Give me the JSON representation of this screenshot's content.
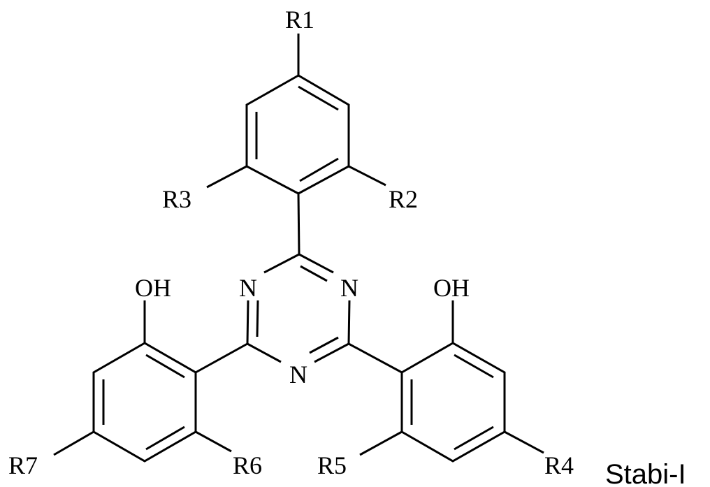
{
  "diagram": {
    "type": "chemical-structure",
    "compound_label": "Stabi-I",
    "core": "1,3,5-triazine",
    "atoms": {
      "triazine_n_left": "N",
      "triazine_n_right": "N",
      "triazine_n_bottom": "N",
      "hydroxyl_left": "OH",
      "hydroxyl_right": "OH"
    },
    "substituents": {
      "r1": "R1",
      "r2": "R2",
      "r3": "R3",
      "r4": "R4",
      "r5": "R5",
      "r6": "R6",
      "r7": "R7"
    },
    "colors": {
      "ink": "#000000",
      "background": "#ffffff"
    }
  }
}
